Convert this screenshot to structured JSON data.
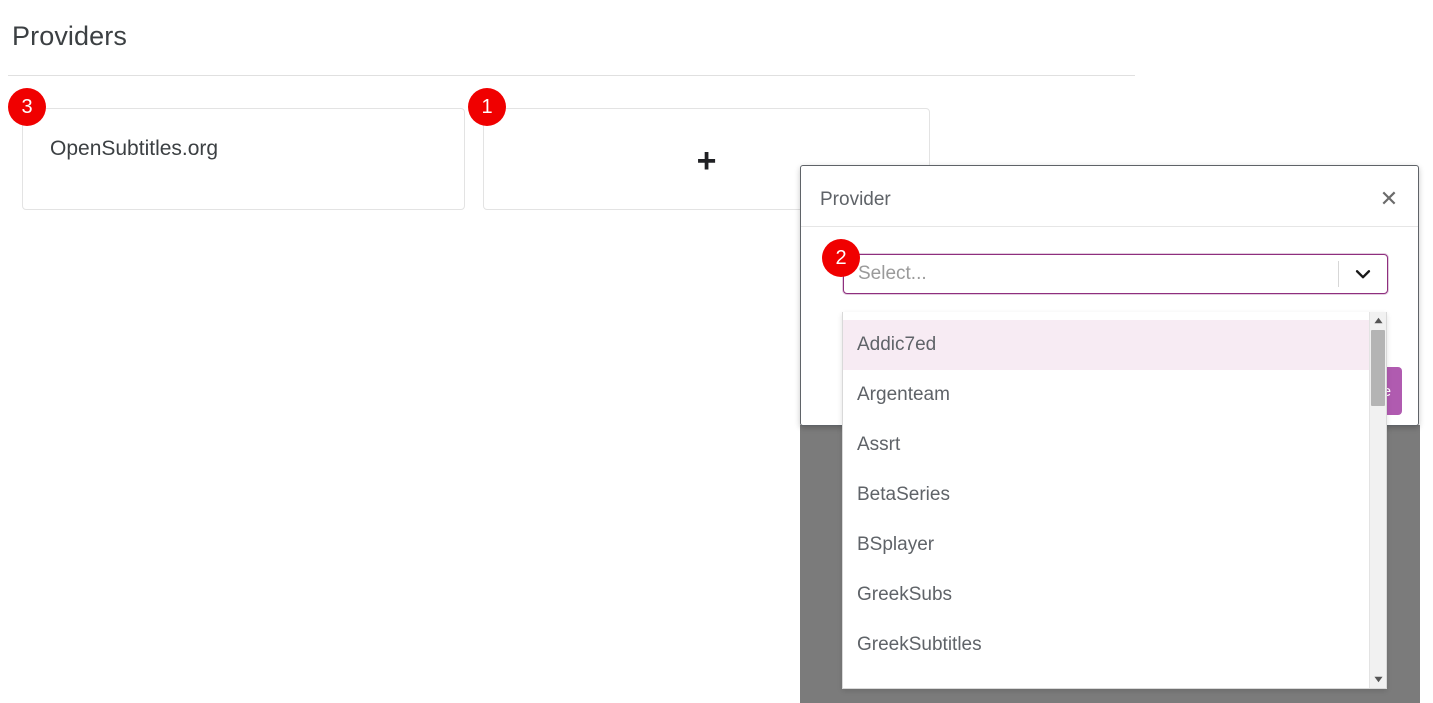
{
  "page": {
    "title": "Providers"
  },
  "providers": {
    "cards": [
      {
        "label": "OpenSubtitles.org",
        "type": "existing"
      },
      {
        "label": "",
        "type": "add",
        "icon": "plus-icon",
        "icon_glyph": "+"
      }
    ]
  },
  "modal": {
    "title": "Provider",
    "close_icon": "close-icon",
    "close_glyph": "✕",
    "select": {
      "placeholder": "Select...",
      "value": "",
      "arrow_icon": "chevron-down-icon",
      "border_color": "#8e2f7e"
    },
    "save_label": "Save",
    "save_color": "#b05bb0"
  },
  "dropdown": {
    "highlighted_index": 0,
    "highlight_color": "#f7ebf3",
    "scrollbar": {
      "up_icon": "scroll-up-arrow-icon",
      "up_glyph": "▲",
      "down_icon": "scroll-down-arrow-icon",
      "down_glyph": "▼"
    },
    "options": [
      "Addic7ed",
      "Argenteam",
      "Assrt",
      "BetaSeries",
      "BSplayer",
      "GreekSubs",
      "GreekSubtitles"
    ]
  },
  "annotations": {
    "badges": [
      {
        "label": "1",
        "target": "add-provider-card"
      },
      {
        "label": "2",
        "target": "provider-select"
      },
      {
        "label": "3",
        "target": "provider-card-opensubtitles"
      }
    ],
    "badge_color": "#f00000"
  }
}
